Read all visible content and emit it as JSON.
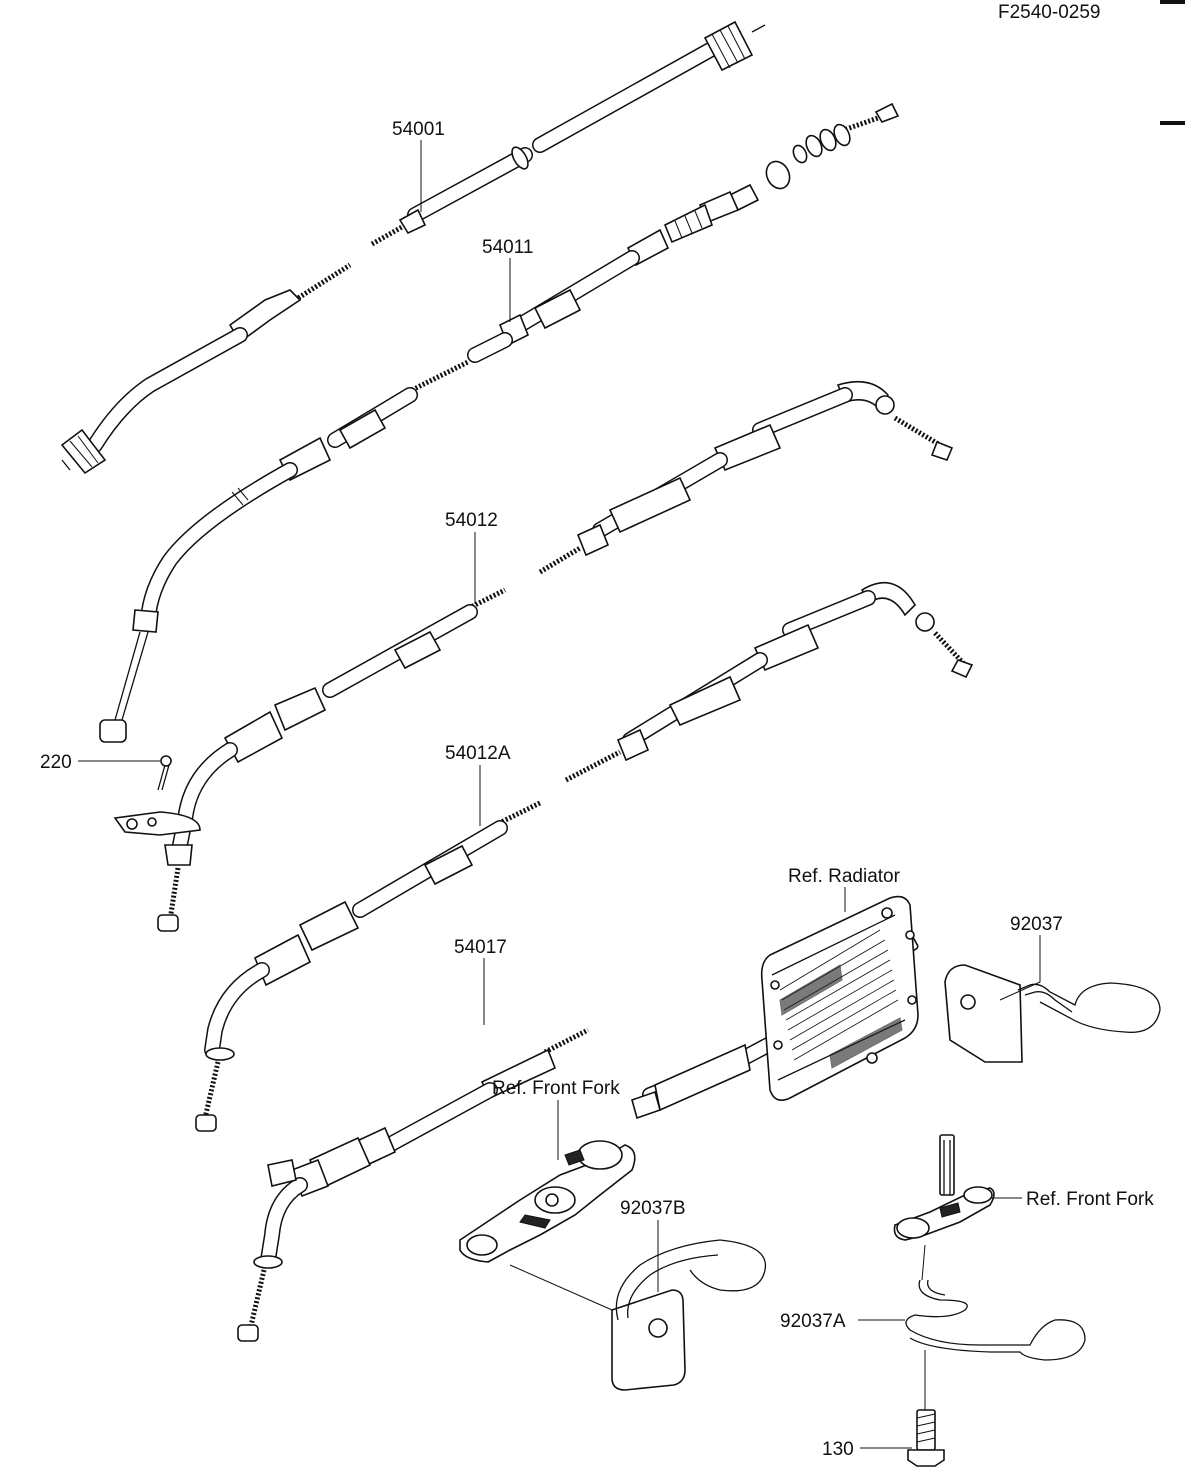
{
  "diagram": {
    "code": "F2540-0259",
    "callouts": [
      {
        "id": "c54001",
        "label": "54001"
      },
      {
        "id": "c54011",
        "label": "54011"
      },
      {
        "id": "c54012",
        "label": "54012"
      },
      {
        "id": "c220",
        "label": "220"
      },
      {
        "id": "c54012A",
        "label": "54012A"
      },
      {
        "id": "c54017",
        "label": "54017"
      },
      {
        "id": "cRadiator",
        "label": "Ref. Radiator"
      },
      {
        "id": "c92037",
        "label": "92037"
      },
      {
        "id": "cFrontForkL",
        "label": "Ref. Front Fork"
      },
      {
        "id": "c92037B",
        "label": "92037B"
      },
      {
        "id": "cFrontForkR",
        "label": "Ref. Front Fork"
      },
      {
        "id": "c92037A",
        "label": "92037A"
      },
      {
        "id": "c130",
        "label": "130"
      }
    ]
  }
}
